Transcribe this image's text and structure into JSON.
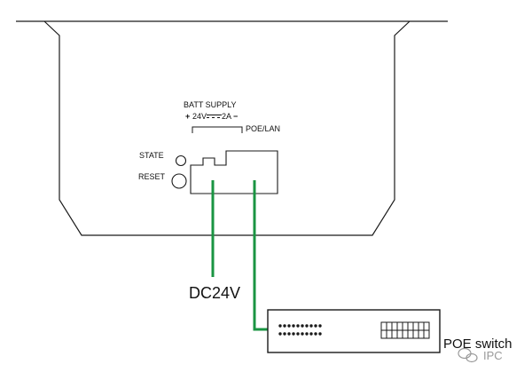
{
  "device": {
    "batt_supply_label": "BATT SUPPLY",
    "batt_rating_plus": "+",
    "batt_rating_label": "24V",
    "batt_rating_current": "2A",
    "batt_rating_minus": "−",
    "poe_lan_label": "POE/LAN",
    "state_label": "STATE",
    "reset_label": "RESET"
  },
  "cables": {
    "dc_label": "DC24V",
    "color": "#1a9442"
  },
  "switch": {
    "label": "POE switch"
  },
  "watermark": {
    "text": "IPC"
  }
}
